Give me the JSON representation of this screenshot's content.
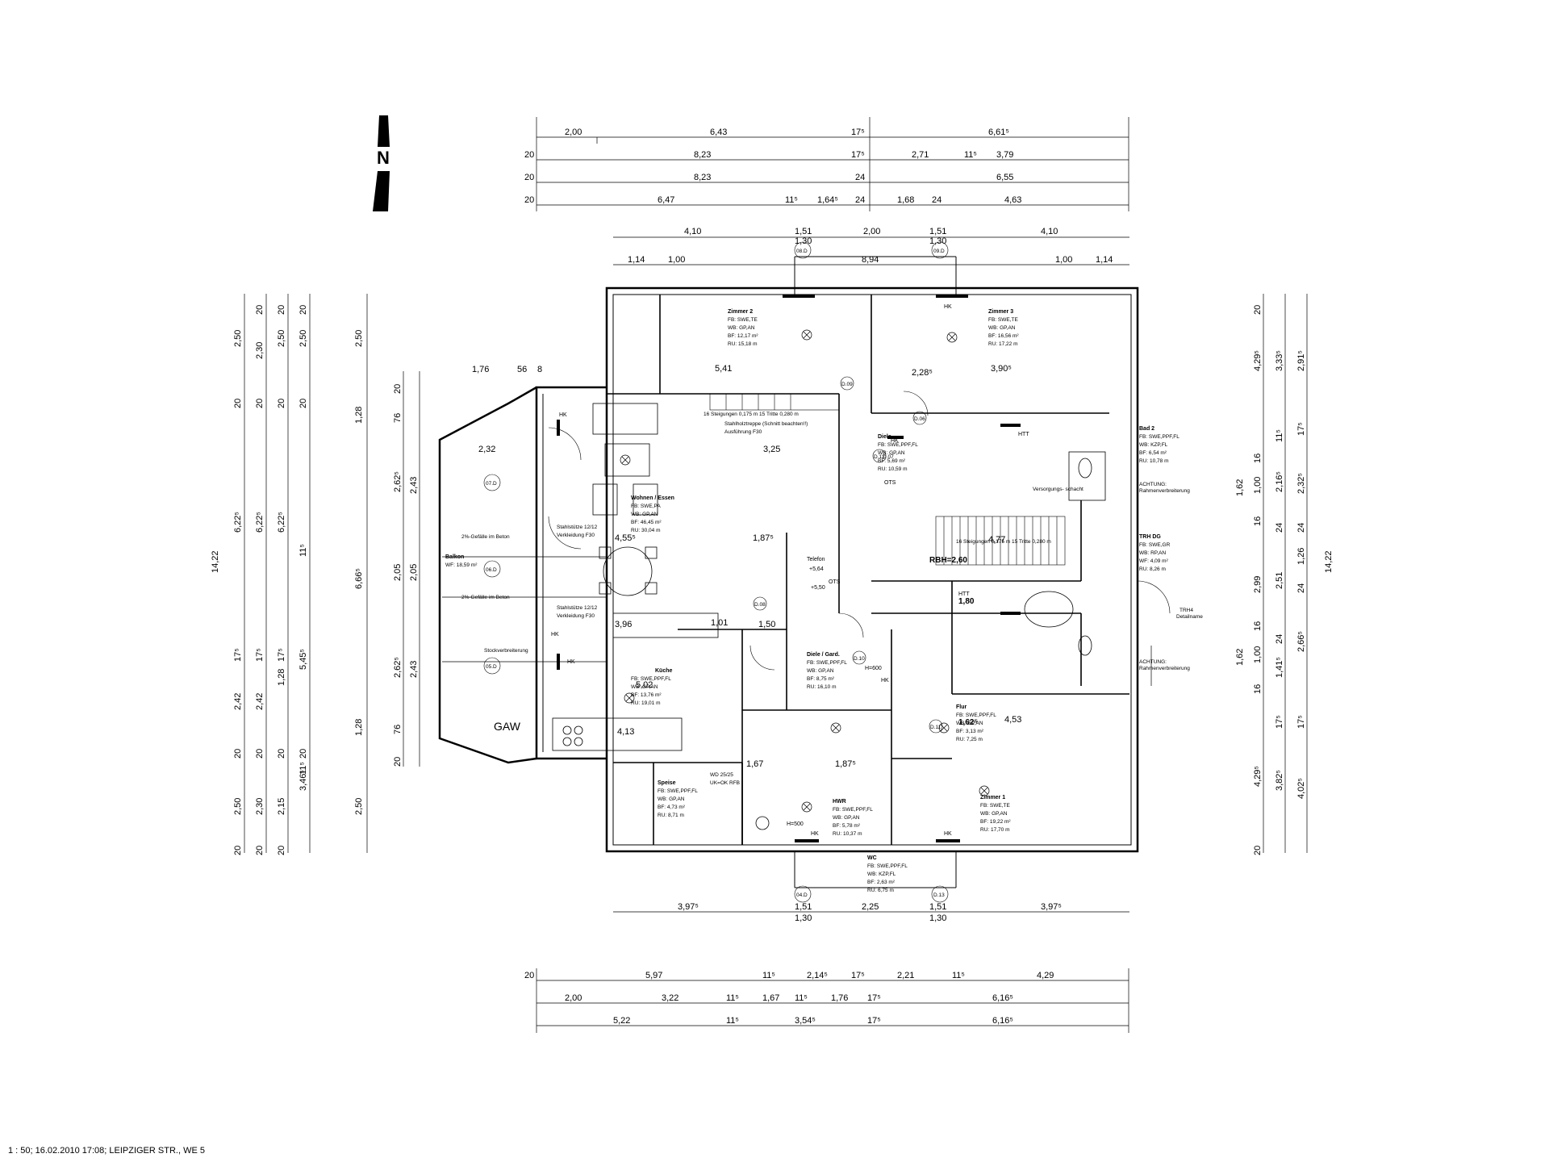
{
  "footer": "1 : 50; 16.02.2010 17:08; LEIPZIGER STR., WE 5",
  "north_label": "N",
  "top_dims": [
    [
      "2,00",
      "6,43",
      "17⁵",
      "6,61⁵"
    ],
    [
      "20",
      "8,23",
      "17⁵",
      "2,71",
      "11⁵",
      "3,79"
    ],
    [
      "20",
      "8,23",
      "24",
      "6,55"
    ],
    [
      "20",
      "6,47",
      "11⁵",
      "1,64⁵",
      "24",
      "1,68",
      "24",
      "4,63"
    ],
    [
      "4,10",
      "1,51",
      "1,30",
      "2,00",
      "1,51",
      "1,30",
      "4,10"
    ],
    [
      "1,14",
      "1,00",
      "8,94",
      "1,00",
      "1,14"
    ]
  ],
  "bottom_dims": [
    [
      "3,97⁵",
      "1,51",
      "1,30",
      "2,25",
      "1,51",
      "1,30",
      "3,97⁵"
    ],
    [
      "20",
      "5,97",
      "11⁵",
      "2,14⁵",
      "17⁵",
      "2,21",
      "11⁵",
      "4,29"
    ],
    [
      "2,00",
      "3,22",
      "11⁵",
      "1,67",
      "11⁵",
      "1,76",
      "17⁵",
      "6,16⁵"
    ],
    [
      "5,22",
      "11⁵",
      "3,54⁵",
      "17⁵",
      "6,16⁵"
    ]
  ],
  "left_dims": {
    "total": "14,22",
    "col1": [
      "2,50",
      "20",
      "6,22⁵",
      "17⁵",
      "2,42",
      "20",
      "2,50",
      "20"
    ],
    "col2": [
      "20",
      "2,30",
      "20",
      "6,22⁵",
      "17⁵",
      "2,42",
      "20",
      "2,30",
      "20"
    ],
    "col3": [
      "20",
      "2,50",
      "20",
      "6,22⁵",
      "1,28",
      "17⁵",
      "20",
      "2,15",
      "20"
    ],
    "col4": [
      "20",
      "2,50",
      "20",
      "11⁵",
      "5,45⁵",
      "20",
      "3,46⁵",
      "11⁵"
    ],
    "col5": [
      "2,50",
      "1,28",
      "6,66⁵",
      "1,28",
      "2,50"
    ],
    "col6": [
      "20",
      "76",
      "2,62⁵",
      "2,05",
      "2,62⁵",
      "76",
      "20"
    ],
    "col7": [
      "2,43",
      "2,05",
      "2,43"
    ]
  },
  "right_dims": {
    "total": "14,22",
    "col1": [
      "20",
      "4,29⁵",
      "16",
      "1,00",
      "16",
      "2,99",
      "16",
      "1,00",
      "16",
      "4,29⁵",
      "20"
    ],
    "col2": [
      "3,33⁵",
      "11⁵",
      "2,16⁵",
      "24",
      "2,51",
      "24",
      "1,41⁵",
      "17⁵",
      "3,82⁵"
    ],
    "col3": [
      "2,91⁵",
      "17⁵",
      "2,32⁵",
      "24",
      "1,26",
      "24",
      "2,66⁵",
      "17⁵",
      "4,02⁵"
    ],
    "col4": [
      "1,62",
      "1,62"
    ]
  },
  "rooms": [
    {
      "name": "Zimmer 2",
      "fb": "FB: SWE,TE",
      "wb": "WB:   GP,AN",
      "bf": "BF:   12,17 m²",
      "ru": "RU:   15,18 m"
    },
    {
      "name": "Zimmer 3",
      "fb": "FB: SWE,TE",
      "wb": "WB:   GP,AN",
      "bf": "BF:   16,56 m²",
      "ru": "RU:   17,22 m"
    },
    {
      "name": "Wohnen / Essen",
      "fb": "FB:   SWE,PA",
      "wb": "WB:   GP,AN",
      "bf": "BF:   46,45 m²",
      "ru": "RU:   30,04 m"
    },
    {
      "name": "Diele",
      "fb": "FB: SWE,PPF,FL",
      "wb": "WB:   GP,AN",
      "bf": "BF:   5,69 m²",
      "ru": "RU:   10,59 m"
    },
    {
      "name": "Bad 2",
      "fb": "FB: SWE,PPF,FL",
      "wb": "WB:   KZP,FL",
      "bf": "BF:   6,54 m²",
      "ru": "RU:   10,78 m"
    },
    {
      "name": "TRH DG",
      "fb": "FB: SWE,GR",
      "wb": "WB:   RP,AN",
      "bf": "WF:   4,09 m²",
      "ru": "RU:   8,26 m"
    },
    {
      "name": "Küche",
      "fb": "FB: SWE,PPF,FL",
      "wb": "WB:   GP,AN",
      "bf": "BF:   13,76 m²",
      "ru": "RU:   19,01 m"
    },
    {
      "name": "Diele / Gard.",
      "fb": "FB: SWE,PPF,FL",
      "wb": "WB:   GP,AN",
      "bf": "BF:   8,75 m²",
      "ru": "RU:   16,10 m"
    },
    {
      "name": "Flur",
      "fb": "FB: SWE,PPF,FL",
      "wb": "WB:   GP,AN",
      "bf": "BF:   3,13 m²",
      "ru": "RU:   7,25 m"
    },
    {
      "name": "Speise",
      "fb": "FB: SWE,PPF,FL",
      "wb": "WB:   GP,AN",
      "bf": "BF:   4,73 m²",
      "ru": "RU:   8,71 m"
    },
    {
      "name": "HWR",
      "fb": "FB: SWE,PPF,FL",
      "wb": "WB:   GP,AN",
      "bf": "BF:   5,78 m²",
      "ru": "RU:   10,37 m"
    },
    {
      "name": "Zimmer 1",
      "fb": "FB: SWE,TE",
      "wb": "WB:   GP,AN",
      "bf": "BF:   19,22 m²",
      "ru": "RU:   17,70 m"
    },
    {
      "name": "WC",
      "fb": "FB: SWE,PPF,FL",
      "wb": "WB:   KZP,FL",
      "bf": "BF:   2,63 m²",
      "ru": "RU:   6,75 m"
    }
  ],
  "labels": {
    "balkon": "Balkon",
    "balkon_wf": "WF: 18,59 m²",
    "gefaelle": "2%-Gefälle im Beton",
    "gaw": "GAW",
    "rbh": "RBH=2,60",
    "otis1": "OTS",
    "otis2": "OTS",
    "telefon": "Telefon",
    "lvl564": "+5,64",
    "lvl550": "+5,50",
    "htt1": "HTT",
    "htt2": "HTT",
    "htt2_dim": "1,80",
    "versorgung": "Versorgungs-\nschacht",
    "treppe1": "16 Steigungen 0,175 m\n15 Tritte 0,280 m",
    "treppe2": "16 Steigungen 0,175 m\n15 Tritte 0,280 m",
    "stahlholz": "Stahlholztreppe (Schnitt beachten!!)",
    "ausfuehrung": "Ausführung F30",
    "stahlstuetze1": "Stahlstütze 12/12",
    "verkleidung1": "Verkleidung F30",
    "stahlstuetze2": "Stahlstütze 12/12",
    "verkleidung2": "Verkleidung F30",
    "hk": "HK",
    "h600": "H=600",
    "h500": "H=500",
    "wd": "WD 25/25",
    "uk": "UK=OK RFB",
    "trh4": "TRH4",
    "detailname": "Detailname",
    "achtung": "ACHTUNG:",
    "rahmen": "Rahmenverbreiterung",
    "stockverb": "Stockverbreiterung",
    "dim_541": "5,41",
    "dim_325": "3,25",
    "dim_455": "4,55⁵",
    "dim_187_1": "1,87⁵",
    "dim_396": "3,96",
    "dim_502": "5,02",
    "dim_413": "4,13",
    "dim_477": "4,77",
    "dim_390": "3,90⁵",
    "dim_228": "2,28⁵",
    "dim_453": "4,53",
    "dim_187_2": "1,87⁵",
    "dim_167": "1,67",
    "dim_176": "1,76",
    "dim_56": "56",
    "dim_8": "8",
    "dim_232": "2,32",
    "dim_162": "1,62⁵",
    "dim_101": "1,01",
    "dim_150": "1,50",
    "doors": [
      "08.D",
      "09.D",
      "D.06",
      "D.07",
      "D.08",
      "D.09",
      "D.10",
      "D.11",
      "D.12",
      "04.D",
      "05.D",
      "06.D",
      "07.D",
      "D.13"
    ]
  }
}
